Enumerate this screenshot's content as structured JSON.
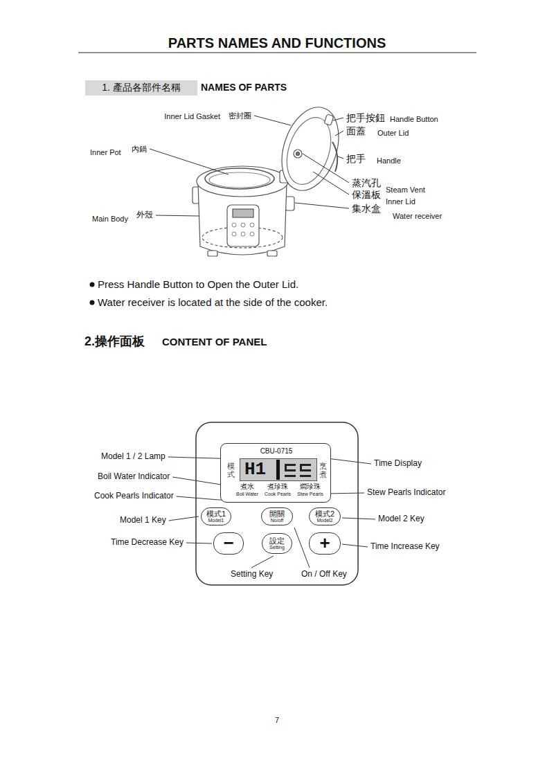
{
  "diagram": {
    "title": "PARTS NAMES AND FUNCTIONS",
    "nodes": [
      {
        "text": [
          "1. 產品各部件名稱"
        ]
      },
      {
        "text": [
          "CBU-0715",
          "模式",
          "烹煮",
          "煮水",
          "Boil Water",
          "煮珍珠",
          "Cook Pearls",
          "燜珍珠",
          "Stew Pearls"
        ]
      },
      {
        "text": [
          "H1"
        ],
        "in": 1
      },
      {
        "text": [
          "模式1",
          "Model1"
        ]
      },
      {
        "text": [
          "開關",
          "No/off"
        ]
      },
      {
        "text": [
          "模式2",
          "Model2"
        ]
      },
      {
        "text": [
          "−"
        ]
      },
      {
        "text": [
          "設定",
          "Setting"
        ]
      },
      {
        "text": [
          "+"
        ]
      }
    ],
    "labels": [
      "NAMES OF PARTS",
      "Inner Lid Gasket",
      "密封圈",
      "Inner Pot",
      "內鍋",
      "Main Body",
      "外殼",
      "把手按鈕",
      "Handle Button",
      "面蓋",
      "Outer Lid",
      "把手",
      "Handle",
      "蒸汽孔",
      "Steam Vent",
      "保溫板",
      "Inner Lid",
      "集水盒",
      "Water receiver",
      "Press Handle Button to Open the Outer Lid.",
      "Water receiver is located at the side of the cooker.",
      "2.操作面板",
      "CONTENT OF PANEL",
      "Model 1 / 2 Lamp",
      "Boil Water Indicator",
      "Cook Pearls Indicator",
      "Model 1 Key",
      "Time Decrease Key",
      "Setting Key",
      "On / Off Key",
      "Time Display",
      "Stew Pearls Indicator",
      "Model 2 Key",
      "Time Increase Key",
      "7"
    ]
  }
}
